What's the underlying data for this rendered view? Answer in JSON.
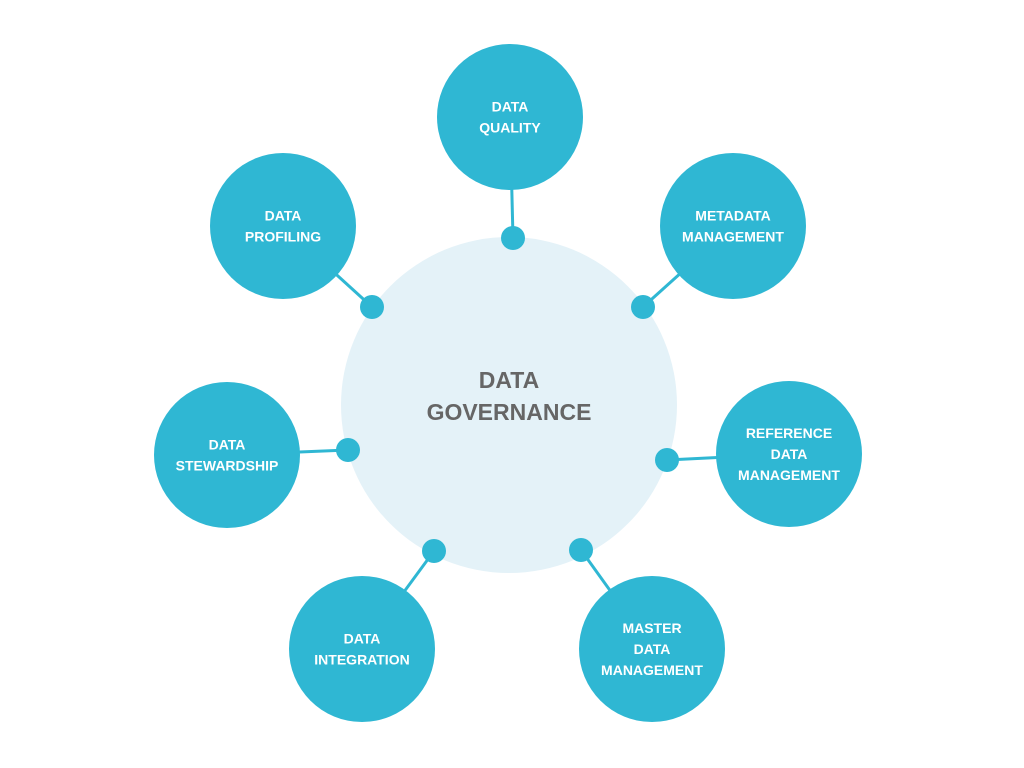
{
  "title": [
    "DATA",
    "GOVERNANCE"
  ],
  "colors": {
    "node": "#2fb7d3",
    "center": "#e4f2f8",
    "center_text": "#666666",
    "node_text": "#ffffff"
  },
  "nodes": [
    {
      "id": "data-quality",
      "lines": [
        "DATA",
        "QUALITY"
      ]
    },
    {
      "id": "metadata-management",
      "lines": [
        "METADATA",
        "MANAGEMENT"
      ]
    },
    {
      "id": "reference-data-management",
      "lines": [
        "REFERENCE",
        "DATA",
        "MANAGEMENT"
      ]
    },
    {
      "id": "master-data-management",
      "lines": [
        "MASTER",
        "DATA",
        "MANAGEMENT"
      ]
    },
    {
      "id": "data-integration",
      "lines": [
        "DATA",
        "INTEGRATION"
      ]
    },
    {
      "id": "data-stewardship",
      "lines": [
        "DATA",
        "STEWARDSHIP"
      ]
    },
    {
      "id": "data-profiling",
      "lines": [
        "DATA",
        "PROFILING"
      ]
    }
  ]
}
